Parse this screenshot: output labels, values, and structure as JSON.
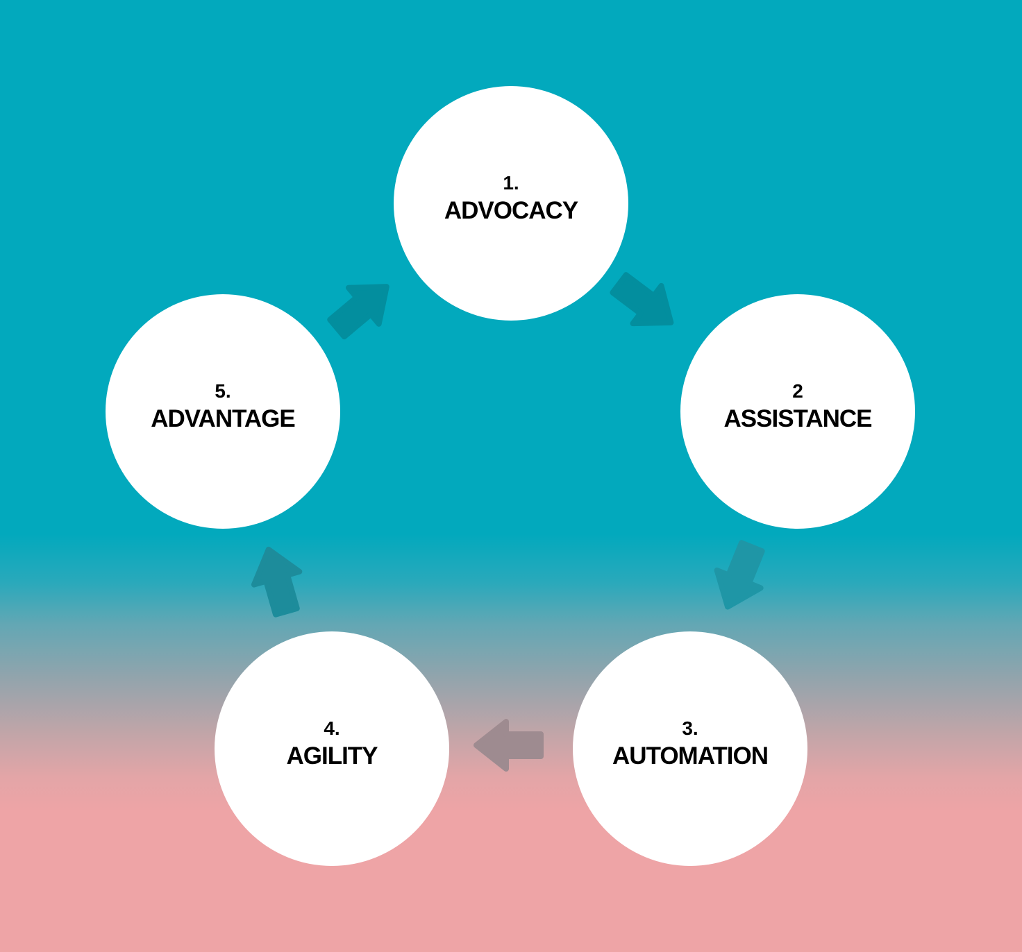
{
  "steps": [
    {
      "num": "1.",
      "label": "ADVOCACY"
    },
    {
      "num": "2",
      "label": "ASSISTANCE"
    },
    {
      "num": "3.",
      "label": "AUTOMATION"
    },
    {
      "num": "4.",
      "label": "AGILITY"
    },
    {
      "num": "5.",
      "label": "ADVANTAGE"
    }
  ],
  "colors": {
    "background_top": "#02a9bd",
    "background_bottom": "#eea4a6",
    "node_fill": "#ffffff",
    "text": "#000000",
    "arrow_teal": "#028a9a",
    "arrow_muted": "#9a8b92"
  }
}
